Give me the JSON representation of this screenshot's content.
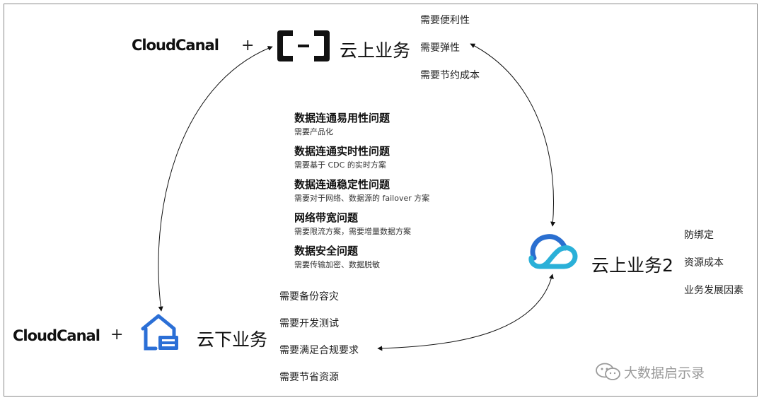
{
  "top": {
    "brand": "CloudCanal",
    "plus": "+",
    "service": "云上业务",
    "notes": [
      "需要便利性",
      "需要弹性",
      "需要节约成本"
    ]
  },
  "issues": [
    {
      "title": "数据连通易用性问题",
      "sub": "需要产品化"
    },
    {
      "title": "数据连通实时性问题",
      "sub": "需要基于 CDC 的实时方案"
    },
    {
      "title": "数据连通稳定性问题",
      "sub": "需要对于网络、数据源的 failover 方案"
    },
    {
      "title": "网络带宽问题",
      "sub": "需要限流方案，需要增量数据方案"
    },
    {
      "title": "数据安全问题",
      "sub": "需要传输加密、数据脱敏"
    }
  ],
  "cloud2": {
    "service": "云上业务2",
    "notes": [
      "防绑定",
      "资源成本",
      "业务发展因素"
    ]
  },
  "bottom": {
    "brand": "CloudCanal",
    "plus": "+",
    "service": "云下业务",
    "notes": [
      "需要备份容灾",
      "需要开发测试",
      "需要满足合规要求",
      "需要节省资源"
    ]
  },
  "watermark": "大数据启示录",
  "colors": {
    "aliyun": "#111111",
    "tencent_blue": "#2a6fd0",
    "tencent_cyan": "#2ab0d8",
    "house_blue": "#2b6fd6"
  },
  "icons": [
    "aliyun-logo-icon",
    "tencent-cloud-icon",
    "house-icon",
    "wechat-icon"
  ]
}
